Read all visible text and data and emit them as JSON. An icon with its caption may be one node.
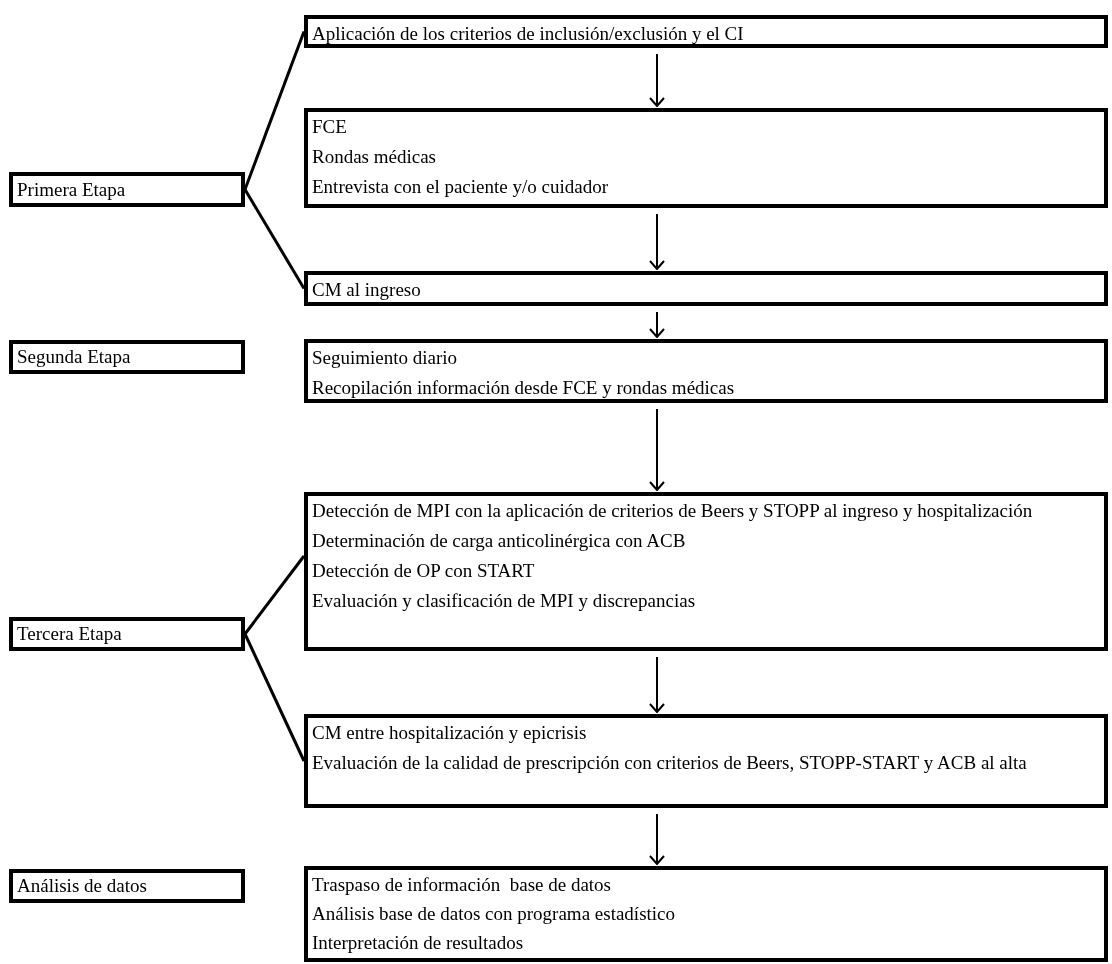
{
  "diagram": {
    "nodes": [
      {
        "text": [
          "Primera Etapa"
        ]
      },
      {
        "text": [
          "Aplicación de los criterios de inclusión/exclusión y el CI"
        ]
      },
      {
        "text": [
          "FCE",
          "Rondas médicas",
          "Entrevista con el paciente y/o cuidador"
        ]
      },
      {
        "text": [
          "CM al ingreso"
        ]
      },
      {
        "text": [
          "Segunda Etapa"
        ]
      },
      {
        "text": [
          "Seguimiento diario",
          "Recopilación información desde FCE y rondas médicas"
        ]
      },
      {
        "text": [
          "Tercera Etapa"
        ]
      },
      {
        "text": [
          "Detección de MPI con la aplicación de criterios de Beers y STOPP al ingreso y hospitalización",
          "Determinación de carga anticolinérgica con ACB",
          "Detección de OP con START",
          "Evaluación y clasificación de MPI y discrepancias"
        ]
      },
      {
        "text": [
          "CM entre hospitalización y epicrisis",
          "Evaluación de la calidad de prescripción con criterios de Beers, STOPP-START y ACB al alta"
        ]
      },
      {
        "text": [
          "Análisis de datos"
        ]
      },
      {
        "text": [
          "Traspaso de información  base de datos",
          "Análisis base de datos con programa estadístico",
          "Interpretación de resultados"
        ]
      }
    ],
    "edges": [
      {
        "from": 0,
        "to": 1,
        "arrow": "none"
      },
      {
        "from": 0,
        "to": 3,
        "arrow": "none"
      },
      {
        "from": 1,
        "to": 2,
        "arrow": "to"
      },
      {
        "from": 2,
        "to": 3,
        "arrow": "to"
      },
      {
        "from": 3,
        "to": 5,
        "arrow": "to"
      },
      {
        "from": 5,
        "to": 7,
        "arrow": "to"
      },
      {
        "from": 6,
        "to": 7,
        "arrow": "none"
      },
      {
        "from": 6,
        "to": 8,
        "arrow": "none"
      },
      {
        "from": 7,
        "to": 8,
        "arrow": "to"
      },
      {
        "from": 8,
        "to": 10,
        "arrow": "to"
      }
    ]
  }
}
